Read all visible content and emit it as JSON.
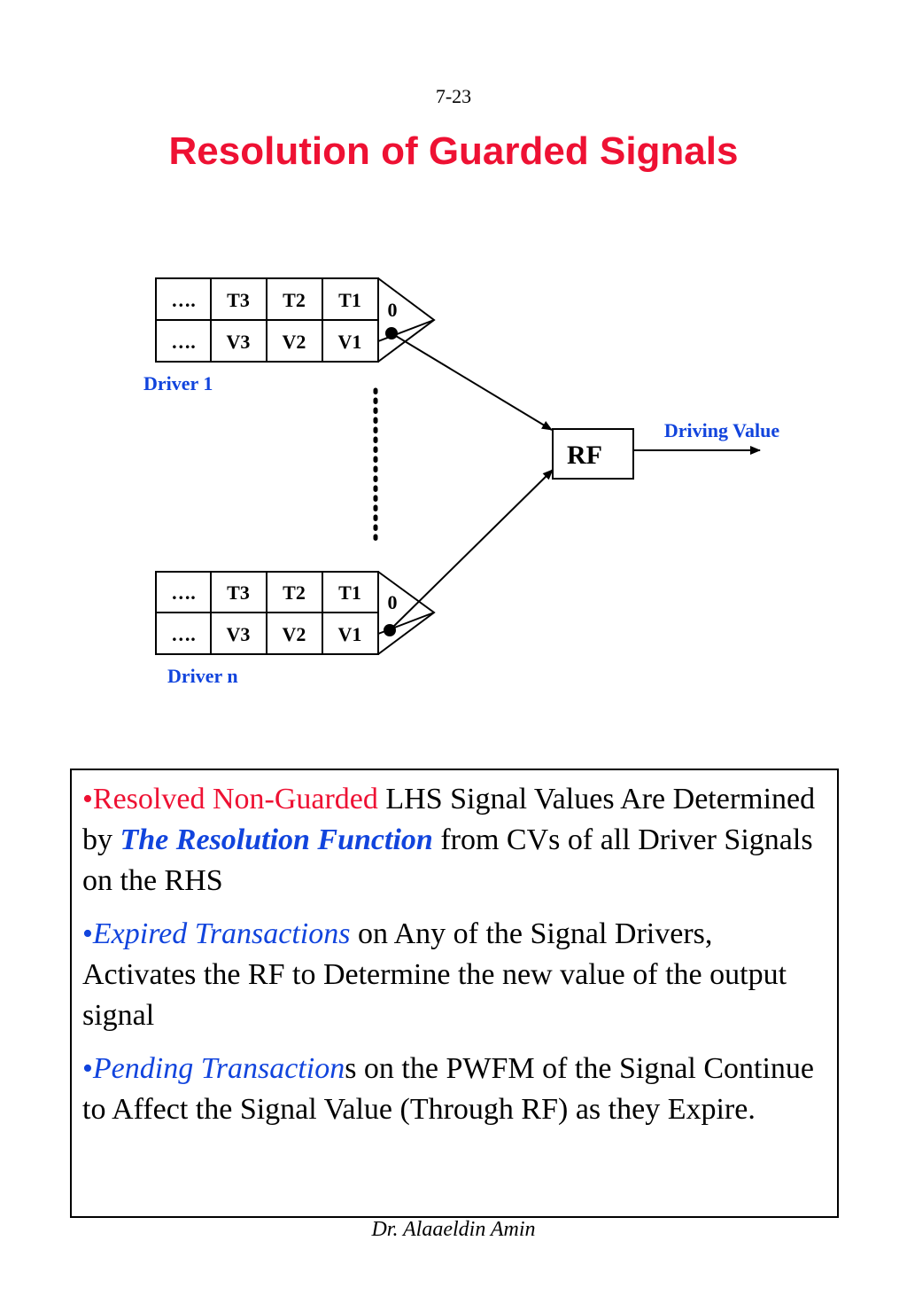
{
  "slide": {
    "number": "7-23",
    "title": "Resolution of Guarded Signals",
    "author": "Dr. Alaaeldin Amin"
  },
  "diagram": {
    "drivers": [
      {
        "label": "Driver 1",
        "time_cells": [
          "….",
          "T3",
          "T2",
          "T1"
        ],
        "value_cells": [
          "….",
          "V3",
          "V2",
          "V1"
        ],
        "guard_value": "0"
      },
      {
        "label": "Driver n",
        "time_cells": [
          "….",
          "T3",
          "T2",
          "T1"
        ],
        "value_cells": [
          "….",
          "V3",
          "V2",
          "V1"
        ],
        "guard_value": "0"
      }
    ],
    "resolution_block": "RF",
    "output_label": "Driving Value",
    "colors": {
      "label": "#1144dd",
      "title": "#ee1133",
      "line": "#000000"
    }
  },
  "notes": {
    "b1_bullet": "•",
    "b1_colored": "Resolved Non-Guarded",
    "b1_text1": " LHS Signal Values Are Determined by  ",
    "b1_emph": "The Resolution Function",
    "b1_text2": " from CVs of all Driver Signals on the RHS",
    "b2_bullet": "•",
    "b2_colored": "Expired Transactions",
    "b2_text": " on Any of the Signal Drivers, Activates the RF to Determine the new value of the output signal",
    "b3_bullet": "•",
    "b3_colored": "Pending Transaction",
    "b3_text": "s on the PWFM of the Signal Continue to Affect the Signal Value (Through RF) as they Expire."
  }
}
